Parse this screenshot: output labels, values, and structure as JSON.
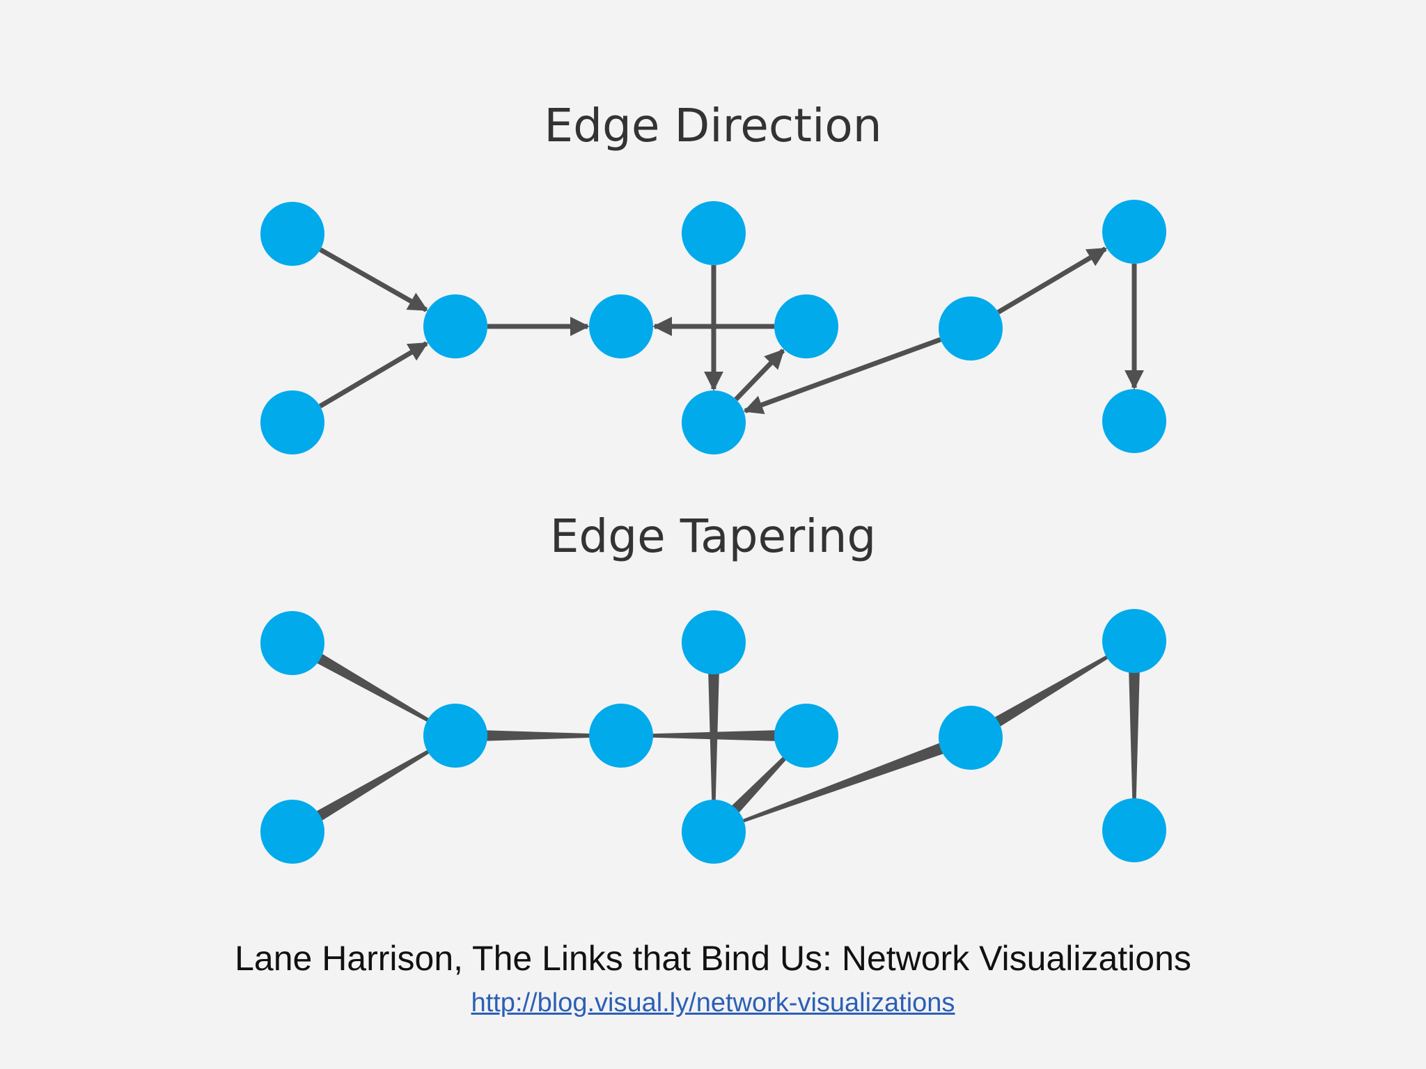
{
  "diagrams": {
    "direction": {
      "title": "Edge Direction"
    },
    "tapering": {
      "title": "Edge Tapering"
    }
  },
  "footer": {
    "citation": "Lane Harrison, The Links that Bind Us: Network Visualizations",
    "link": "http://blog.visual.ly/network-visualizations"
  },
  "colors": {
    "node": "#00aaeb",
    "edge": "#505050",
    "background": "#f3f3f4",
    "link": "#2b5fb5"
  },
  "graph": {
    "nodes": [
      "A",
      "B",
      "C",
      "D",
      "E",
      "F",
      "G",
      "H",
      "I",
      "J"
    ],
    "edges": [
      {
        "from": "A",
        "to": "C"
      },
      {
        "from": "B",
        "to": "C"
      },
      {
        "from": "C",
        "to": "D"
      },
      {
        "from": "E",
        "to": "D"
      },
      {
        "from": "G",
        "to": "E"
      },
      {
        "from": "F",
        "to": "G"
      },
      {
        "from": "H",
        "to": "G"
      },
      {
        "from": "H",
        "to": "I"
      },
      {
        "from": "I",
        "to": "J"
      }
    ]
  }
}
